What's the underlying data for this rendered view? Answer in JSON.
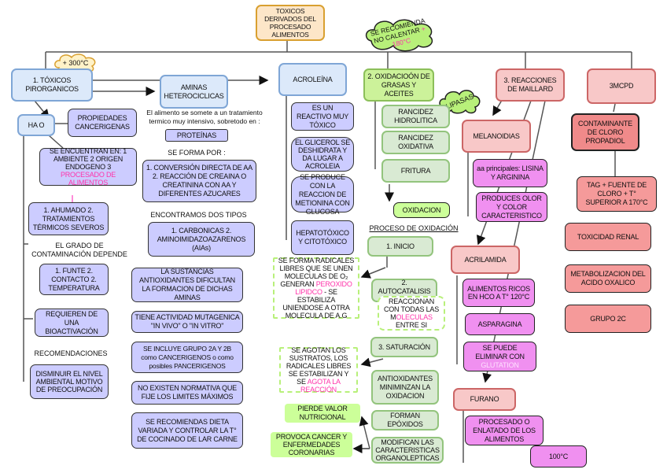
{
  "title": "TOXICOS DERIVADOS DEL PROCESADO ALIMENTOS",
  "clouds": {
    "c300": "+ 300°C",
    "c180_pre": "SE RECOMIENDA NO CALENTAR ",
    "c180_hl": "+ 180°C",
    "lipasas": "LIPASAS"
  },
  "pirorganicos": {
    "header": "1. TÓXICOS PIRORGANICOS",
    "hao": "HA O",
    "propiedades": "PROPIEDADES CANCERIGENAS",
    "encuentran_pre": "SE ENCUENTRAN EN: 1 AMBIENTE 2 ORIGEN ENDOGENO 3 ",
    "encuentran_hl": "PROCESADO DE ALIMENTOS",
    "ahumado": "1. AHUMADO 2. TRATAMIENTOS TÉRMICOS SEVEROS",
    "grado_label": "EL GRADO DE CONTAMINACIÓN DEPENDE",
    "funte": "1. FUNTE 2. CONTACTO 2. TEMPERATURA",
    "bioactivacion": "REQUIEREN DE UNA BIOACTIVACIÓN",
    "recomendaciones_label": "RECOMENDACIONES",
    "disminuir": "DISMINUIR EL NIVEL AMBIENTAL MOTIVO DE PREOCUPACIÓN"
  },
  "aminas": {
    "header": "AMINAS HETEROCICLICAS",
    "intro": "El alimento se somete a un tratamiento termico muy intensivo, sobretodo en :",
    "proteinas": "PROTEÍNAS",
    "forma_label": "SE FORMA POR :",
    "conversion": "1. CONVERSIÓN DIRECTA DE AA 2. REACCIÓN DE CREAINA O CREATININA CON AA Y DIFERENTES AZUCARES",
    "tipos_label": "ENCONTRAMOS DOS TIPOS",
    "tipos": "1. CARBONICAS 2. AMINOIMIDAZOAZARENOS (AIAs)",
    "antioxidantes": "LA SUSTANCIAS ANTIOXIDANTES DIFICULTAN LA FORMACION DE DICHAS AMINAS",
    "mutagenica": "TIENE ACTIVIDAD MUTAGENICA \"IN VIVO\" O \"IN VITRO\"",
    "grupo": "SE INCLUYE GRUPO 2A Y 2B como CANCERIGENOS o como posibles PANCERIGENOS",
    "normativa": "NO EXISTEN NORMATIVA QUE FIJE LOS LIMITES MÁXIMOS",
    "dieta": "SE RECOMIENDAS DIETA VARIADA Y CONTROLAR LA T° DE COCINADO DE LAR CARNE"
  },
  "acroleina": {
    "header": "ACROLEÍNA",
    "reactivo": "ES UN REACTIVO MUY TÓXICO",
    "glicerol": "EL GLICEROL SE DESHIDRATA Y DA LUGAR A ACROLEIA",
    "metionina": "SE PRODUCE CON LA REACCION DE METIONINA CON GLUCOSA",
    "hepato": "HEPATOTÓXICO Y CITOTÓXICO"
  },
  "oxidacion": {
    "header": "2. OXIDACIOÓN DE GRASAS Y ACEITES",
    "hidrolitica": "RANCIDEZ HIDROLITICA",
    "oxidativa": "RANCIDEZ OXIDATIVA",
    "fritura": "FRITURA",
    "oxidacion": "OXIDACION",
    "proceso_label": "PROCESO DE OXIDACIÓN",
    "inicio": "1. INICIO",
    "radicales_pre": "SE FORMA RADICALES LIBRES QUE SE UNEN MOLECULAS DE O₂ GENERAN ",
    "radicales_hl": "PEROXIDO LIPIDCO",
    "radicales_post": " - SE ESTABILIZA UNIENDOSE A OTRA MOLECULA DE A.G",
    "autocatalisis": "2. AUTOCATALISIS",
    "reaccionan_pre": "REACCIONAN CON TODAS LAS M",
    "reaccionan_hl": "OLECULAS",
    "reaccionan_post": " ENTRE SI",
    "saturacion": "3. SATURACIÓN",
    "agotan_pre": "SE AGOTAN LOS SUSTRATOS, LOS RADICALES LIBRES SE ESTABILIZAN Y SE ",
    "agotan_hl": "AGOTA LA REACCIÓN",
    "antiox": "ANTIOXIDANTES MINIMINZAN LA OXIDACION",
    "epoxidos": "FORMAN EPÓXIDOS",
    "modifican": "MODIFICAN LAS CARACTERISTICAS ORGANOLEPTICAS",
    "pierde": "PIERDE VALOR NUTRICIONAL",
    "provoca": "PROVOCA CANCER Y ENFERMEDADES CORONARIAS"
  },
  "maillard": {
    "header": "3. REACCIONES DE MAILLARD",
    "melanoidias": "MELANOIDIAS",
    "aa": "aa principales: LISINA Y ARGININA",
    "produces": "PRODUCES OLOR Y COLOR CARACTERISTICO",
    "acrilamida": "ACRILAMIDA",
    "alimentos_hco": "ALIMENTOS RICOS EN HCO A T° 120°C",
    "asparagina": "ASPARAGINA",
    "glutation_pre": "SE PUEDE ELIMINAR CON ",
    "glutation_hl": "GLUTATION",
    "furano": "FURANO",
    "procesado": "PROCESADO O ENLATADO DE LOS ALIMENTOS",
    "temp100": "100°C"
  },
  "mcpd": {
    "header": "3MCPD",
    "contaminante": "CONTAMINANTE DE CLORO PROPADIOL",
    "tag": "TAG + FUENTE DE CLORO + T° SUPERIOR A 170°C",
    "renal": "TOXICIDAD RENAL",
    "metabolizacion": "METABOLIZACION DEL ACIDO OXALICO",
    "grupo": "GRUPO 2C"
  },
  "colors": {
    "highlight": "#ff33aa",
    "pirorganicos": "#dce9fa",
    "aminas_detail": "#ccccff",
    "oxidacion": "#ccf29a",
    "maillard": "#f8c8c8",
    "maillard_detail": "#f090f0",
    "mcpd_detail": "#f08a8a"
  }
}
